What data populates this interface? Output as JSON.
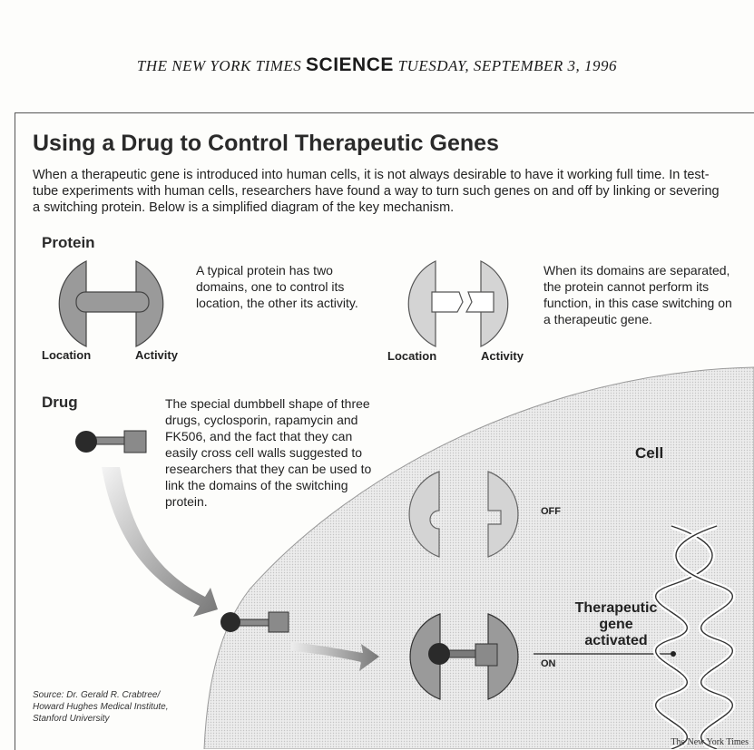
{
  "masthead": {
    "paper": "THE NEW YORK TIMES",
    "section": "SCIENCE",
    "date": "TUESDAY, SEPTEMBER 3, 1996"
  },
  "graphic": {
    "title": "Using a Drug to Control Therapeutic Genes",
    "intro": "When a therapeutic gene is introduced into human cells, it is not always desirable to have it working full time. In test-tube experiments with human cells, researchers have found a way to turn such genes on and off by linking or severing a switching protein. Below is a simplified diagram of the key mechanism.",
    "protein": {
      "heading": "Protein",
      "joined": {
        "location_label": "Location",
        "activity_label": "Activity",
        "caption": "A typical protein has two domains, one to control its location, the other its activity."
      },
      "separated": {
        "location_label": "Location",
        "activity_label": "Activity",
        "caption": "When its domains are separated, the protein cannot perform its function, in this case switching on a therapeutic gene."
      }
    },
    "drug": {
      "heading": "Drug",
      "caption": "The special dumbbell shape of three drugs, cyclosporin, rapamycin and FK506, and the fact that they can easily cross cell walls suggested to researchers that they can be used to link the domains of the switching protein."
    },
    "cell": {
      "label": "Cell",
      "off_label": "OFF",
      "on_label": "ON",
      "gene_label": [
        "Therapeutic",
        "gene",
        "activated"
      ]
    },
    "source": [
      "Source: Dr. Gerald R. Crabtree/",
      "Howard Hughes Medical Institute,",
      "Stanford University"
    ],
    "credit": "The New York Times"
  },
  "colors": {
    "domain_fill": "#9a9a9a",
    "domain_light": "#d4d4d4",
    "cell_fill": "#e6e6e6",
    "drug_ball": "#2a2a2a",
    "arrow": "#8a8a8a"
  }
}
